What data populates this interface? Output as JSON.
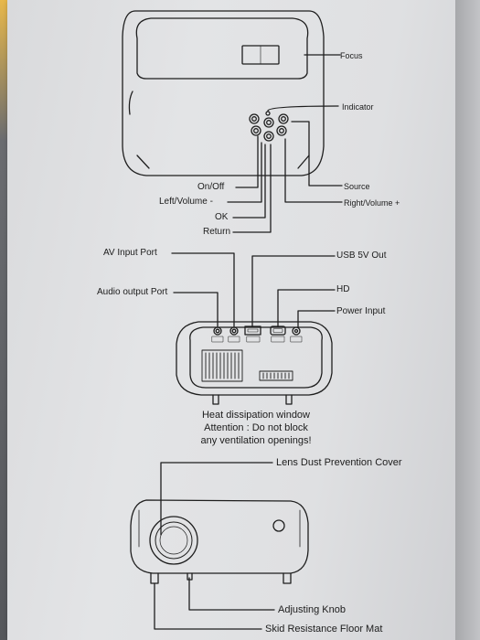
{
  "top_view": {
    "focus": "Focus",
    "indicator": "Indicator",
    "source": "Source",
    "right_volume": "Right/Volume +",
    "on_off": "On/Off",
    "left_volume": "Left/Volume -",
    "ok": "OK",
    "return": "Return"
  },
  "back_view": {
    "av_input": "AV Input Port",
    "usb": "USB 5V Out",
    "audio_out": "Audio output Port",
    "hd": "HD",
    "power_input": "Power Input",
    "heat_title": "Heat dissipation window",
    "heat_attention_1": "Attention :  Do not block",
    "heat_attention_2": "any ventilation openings!"
  },
  "front_view": {
    "lens_cover": "Lens Dust Prevention Cover",
    "adjusting_knob": "Adjusting Knob",
    "skid_mat": "Skid Resistance Floor Mat"
  },
  "colors": {
    "line": "#1e1e1e",
    "paper": "#e0e1e3"
  }
}
